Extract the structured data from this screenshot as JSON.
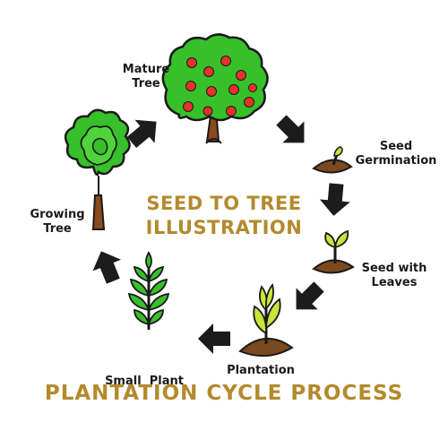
{
  "diagram": {
    "stages": [
      {
        "id": "mature-tree",
        "lines": [
          "Mature",
          "Tree"
        ]
      },
      {
        "id": "seed-germination",
        "lines": [
          "Seed",
          "Germination"
        ]
      },
      {
        "id": "seed-with-leaves",
        "lines": [
          "Seed with",
          "Leaves"
        ]
      },
      {
        "id": "plantation",
        "lines": [
          "Plantation"
        ]
      },
      {
        "id": "small-plant",
        "lines": [
          "Small  Plant"
        ]
      },
      {
        "id": "growing-tree",
        "lines": [
          "Growing",
          "Tree"
        ]
      }
    ],
    "center_title": [
      "SEED TO TREE",
      "ILLUSTRATION"
    ],
    "bottom_title": "PLANTATION CYCLE PROCESS",
    "colors": {
      "title_gold": "#b38a2c",
      "arrow": "#1c1c1c",
      "leaf_green": "#37c02a",
      "fruit_red": "#e63228",
      "trunk_brown": "#8b4a1c",
      "sprout_yellow_green": "#c8e63a"
    },
    "arrow_count": 6
  }
}
